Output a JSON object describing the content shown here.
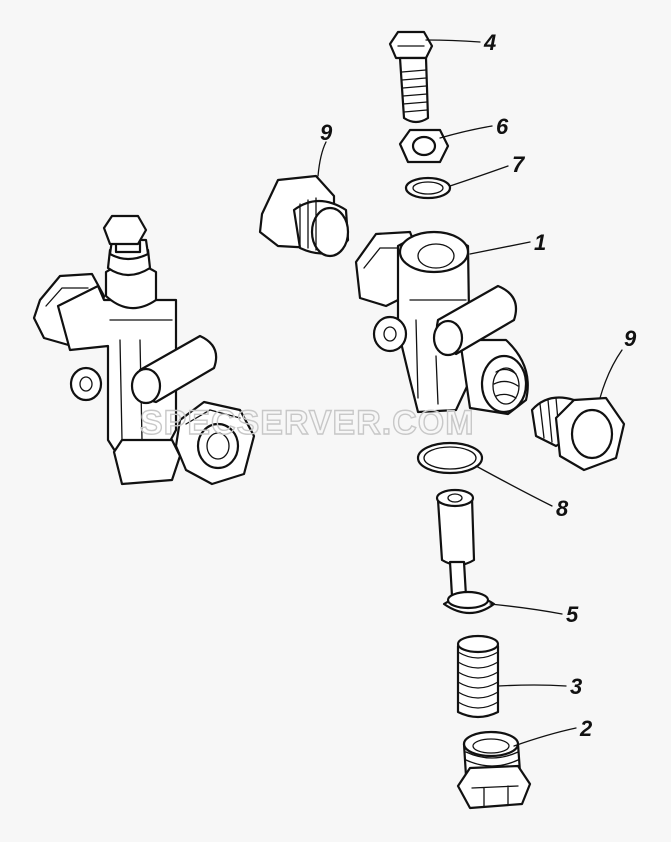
{
  "diagram": {
    "callouts": [
      {
        "id": "label-1",
        "text": "1"
      },
      {
        "id": "label-2",
        "text": "2"
      },
      {
        "id": "label-3",
        "text": "3"
      },
      {
        "id": "label-4",
        "text": "4"
      },
      {
        "id": "label-5",
        "text": "5"
      },
      {
        "id": "label-6",
        "text": "6"
      },
      {
        "id": "label-7",
        "text": "7"
      },
      {
        "id": "label-8",
        "text": "8"
      },
      {
        "id": "label-9a",
        "text": "9"
      },
      {
        "id": "label-9b",
        "text": "9"
      }
    ],
    "watermark": "SPECSERVER.COM"
  }
}
